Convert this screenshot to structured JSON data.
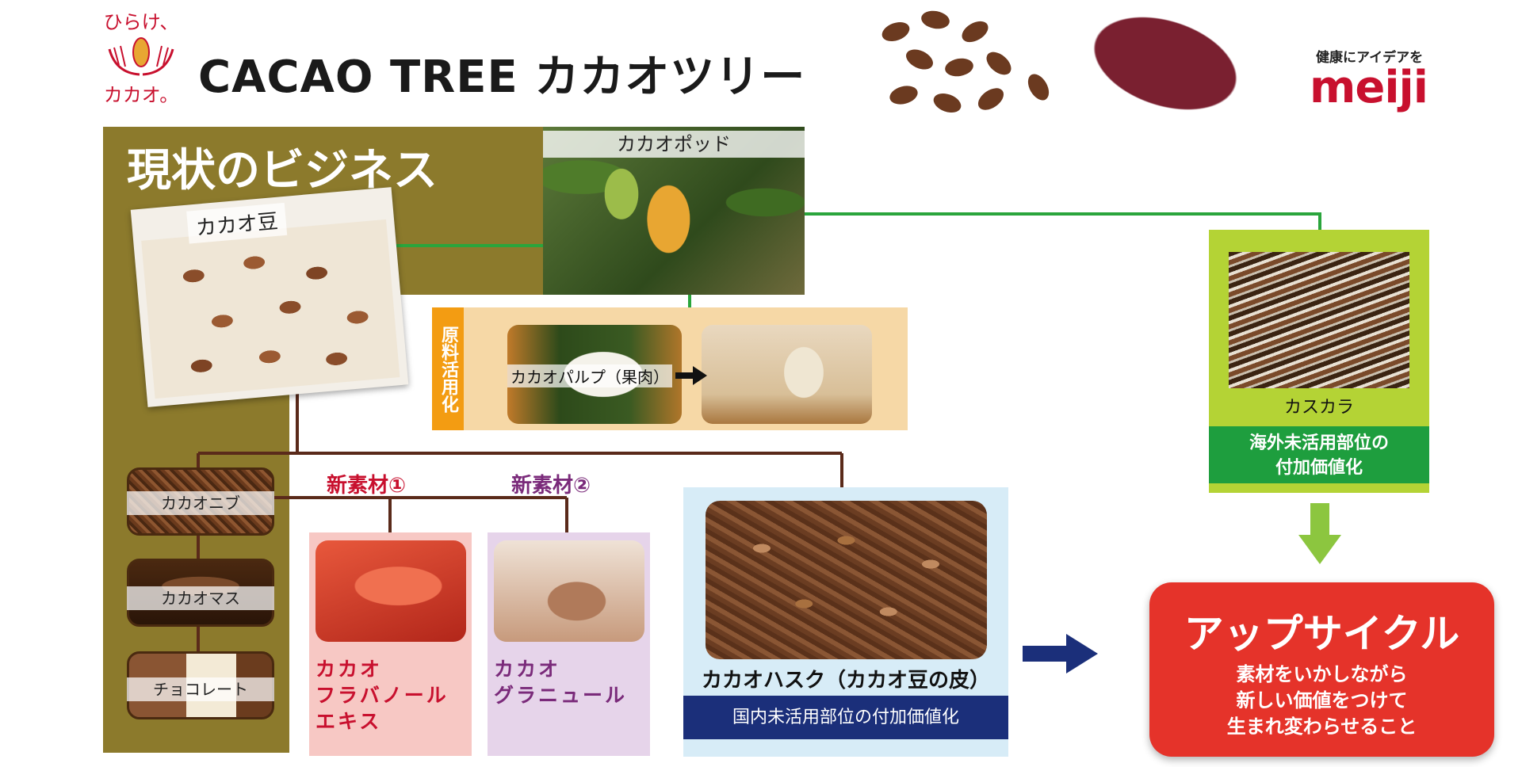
{
  "header": {
    "logo_line1": "ひらけ、",
    "logo_line2": "カカオ。",
    "title": "CACAO TREE カカオツリー",
    "brand_tagline": "健康にアイデアを",
    "brand_name": "meiji"
  },
  "current_business": {
    "title": "現状のビジネス",
    "cacao_bean": "カカオ豆",
    "cacao_pod": "カカオポッド",
    "nib": "カカオニブ",
    "mass": "カカオマス",
    "chocolate": "チョコレート"
  },
  "raw_material": {
    "side_label": "原料活用化",
    "pulp_label": "カカオパルプ（果肉）"
  },
  "new_materials": {
    "label_1": "新素材①",
    "label_2": "新素材②",
    "flavanol": "カカオ\nフラバノール\nエキス",
    "granule": "カカオ\nグラニュール"
  },
  "husk": {
    "label": "カカオハスク（カカオ豆の皮）",
    "caption": "国内未活用部位の付加価値化"
  },
  "cascara": {
    "label": "カスカラ",
    "caption": "海外未活用部位の\n付加価値化"
  },
  "upcycle": {
    "title": "アップサイクル",
    "description": "素材をいかしながら\n新しい価値をつけて\n生まれ変わらせること"
  },
  "colors": {
    "panel": "#8c7a2c",
    "brand_red": "#c8102e",
    "line_green": "#2aa53c",
    "line_brown": "#5a2a1a",
    "navy": "#1b2f7a",
    "upcycle_red": "#e5332a"
  }
}
